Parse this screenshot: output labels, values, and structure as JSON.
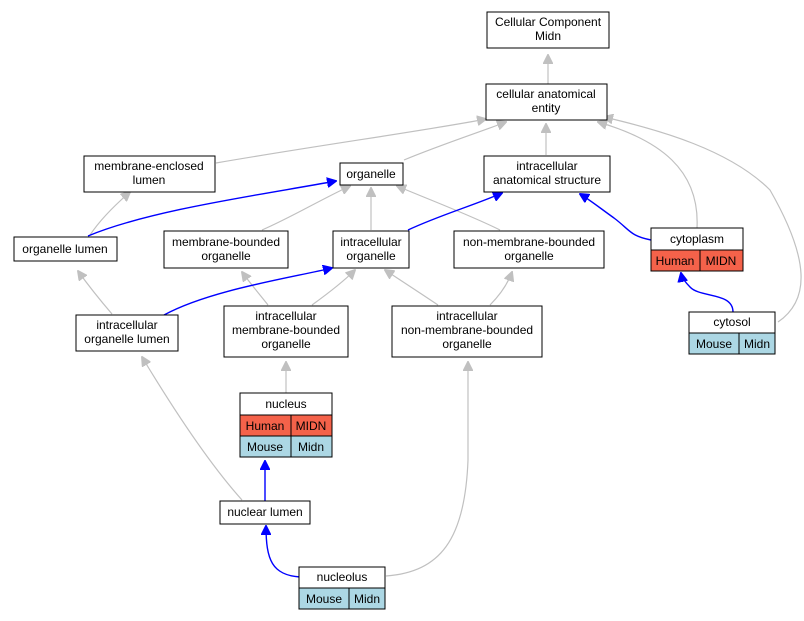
{
  "colors": {
    "human": "#f4624a",
    "mouse": "#acd7e4",
    "edge_is_a": "#c0c0c0",
    "edge_part_of": "#0000ff"
  },
  "nodes": {
    "root": {
      "l1": "Cellular Component",
      "l2": "Midn"
    },
    "cae": {
      "l1": "cellular anatomical",
      "l2": "entity"
    },
    "mel": {
      "l1": "membrane-enclosed",
      "l2": "lumen"
    },
    "organelle": {
      "l1": "organelle"
    },
    "ias": {
      "l1": "intracellular",
      "l2": "anatomical structure"
    },
    "olumen": {
      "l1": "organelle lumen"
    },
    "mbo": {
      "l1": "membrane-bounded",
      "l2": "organelle"
    },
    "io": {
      "l1": "intracellular",
      "l2": "organelle"
    },
    "nmbo": {
      "l1": "non-membrane-bounded",
      "l2": "organelle"
    },
    "cytoplasm": {
      "l1": "cytoplasm",
      "c1": "Human",
      "c2": "MIDN"
    },
    "iol": {
      "l1": "intracellular",
      "l2": "organelle lumen"
    },
    "imbo": {
      "l1": "intracellular",
      "l2": "membrane-bounded",
      "l3": "organelle"
    },
    "inmbo": {
      "l1": "intracellular",
      "l2": "non-membrane-bounded",
      "l3": "organelle"
    },
    "cytosol": {
      "l1": "cytosol",
      "c1": "Mouse",
      "c2": "Midn"
    },
    "nucleus": {
      "l1": "nucleus",
      "h1": "Human",
      "h2": "MIDN",
      "m1": "Mouse",
      "m2": "Midn"
    },
    "nlumen": {
      "l1": "nuclear lumen"
    },
    "nucleolus": {
      "l1": "nucleolus",
      "c1": "Mouse",
      "c2": "Midn"
    }
  }
}
